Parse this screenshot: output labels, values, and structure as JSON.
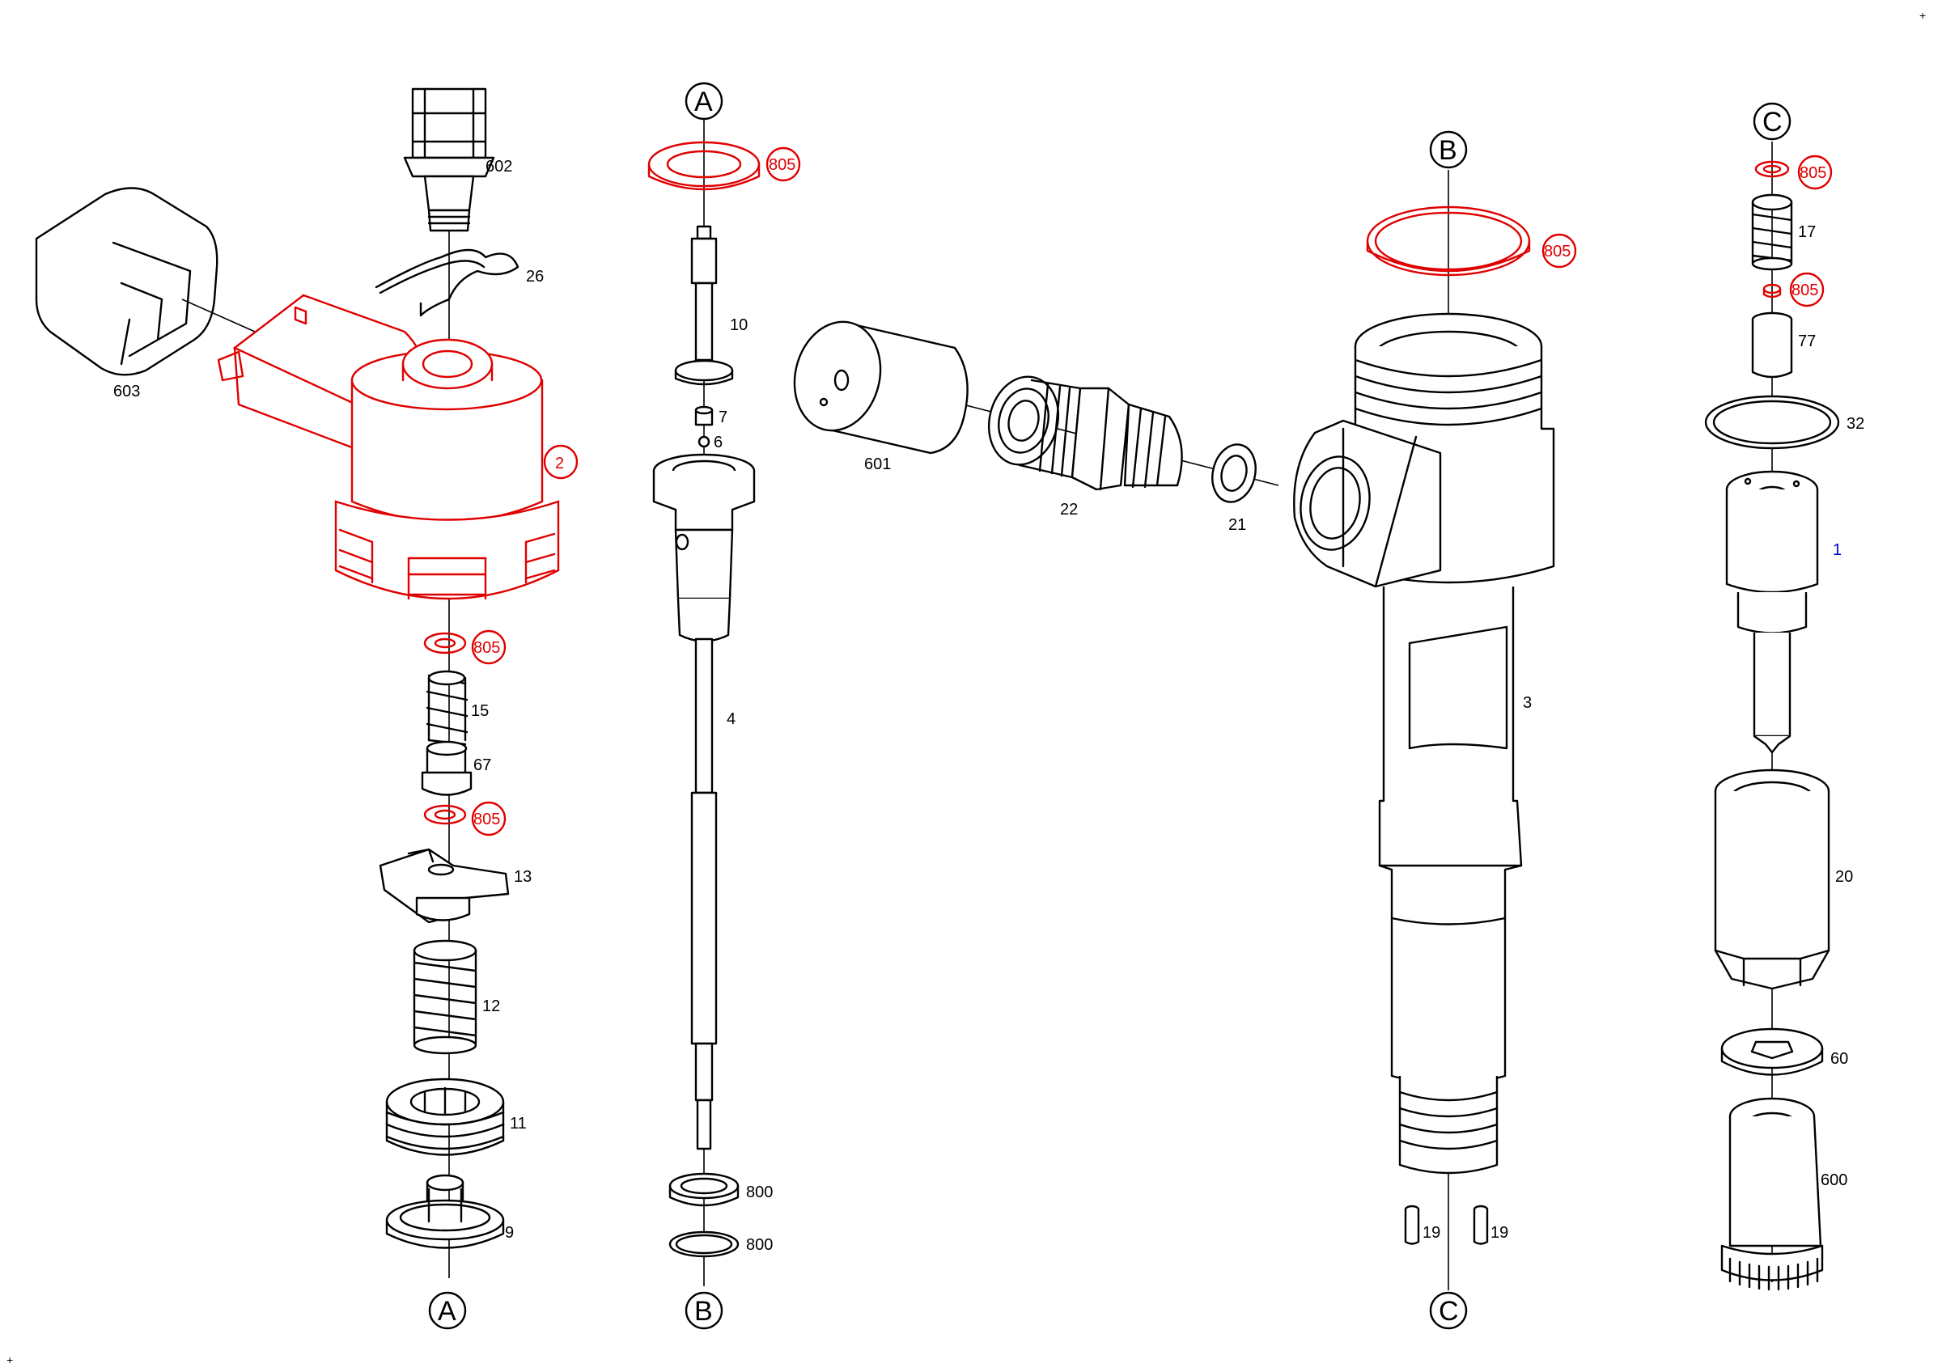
{
  "parts": [
    {
      "id": "603",
      "label": "603",
      "color": "#000000"
    },
    {
      "id": "602",
      "label": "602",
      "color": "#000000"
    },
    {
      "id": "26",
      "label": "26",
      "color": "#000000"
    },
    {
      "id": "2",
      "label": "2",
      "color": "#e00000"
    },
    {
      "id": "805a",
      "label": "805",
      "color": "#e00000"
    },
    {
      "id": "15",
      "label": "15",
      "color": "#000000"
    },
    {
      "id": "67",
      "label": "67",
      "color": "#000000"
    },
    {
      "id": "805b",
      "label": "805",
      "color": "#e00000"
    },
    {
      "id": "13",
      "label": "13",
      "color": "#000000"
    },
    {
      "id": "12",
      "label": "12",
      "color": "#000000"
    },
    {
      "id": "11",
      "label": "11",
      "color": "#000000"
    },
    {
      "id": "9",
      "label": "9",
      "color": "#000000"
    },
    {
      "id": "805c",
      "label": "805",
      "color": "#e00000"
    },
    {
      "id": "10",
      "label": "10",
      "color": "#000000"
    },
    {
      "id": "7",
      "label": "7",
      "color": "#000000"
    },
    {
      "id": "6",
      "label": "6",
      "color": "#000000"
    },
    {
      "id": "4",
      "label": "4",
      "color": "#000000"
    },
    {
      "id": "800a",
      "label": "800",
      "color": "#000000"
    },
    {
      "id": "800b",
      "label": "800",
      "color": "#000000"
    },
    {
      "id": "601",
      "label": "601",
      "color": "#000000"
    },
    {
      "id": "22",
      "label": "22",
      "color": "#000000"
    },
    {
      "id": "21",
      "label": "21",
      "color": "#000000"
    },
    {
      "id": "805d",
      "label": "805",
      "color": "#e00000"
    },
    {
      "id": "3",
      "label": "3",
      "color": "#000000"
    },
    {
      "id": "19a",
      "label": "19",
      "color": "#000000"
    },
    {
      "id": "19b",
      "label": "19",
      "color": "#000000"
    },
    {
      "id": "805e",
      "label": "805",
      "color": "#e00000"
    },
    {
      "id": "17",
      "label": "17",
      "color": "#000000"
    },
    {
      "id": "805f",
      "label": "805",
      "color": "#e00000"
    },
    {
      "id": "77",
      "label": "77",
      "color": "#000000"
    },
    {
      "id": "32",
      "label": "32",
      "color": "#000000"
    },
    {
      "id": "1",
      "label": "1",
      "color": "#0000cc"
    },
    {
      "id": "20",
      "label": "20",
      "color": "#000000"
    },
    {
      "id": "60",
      "label": "60",
      "color": "#000000"
    },
    {
      "id": "600",
      "label": "600",
      "color": "#000000"
    }
  ],
  "references": [
    {
      "id": "A_top",
      "label": "A"
    },
    {
      "id": "A_bottom",
      "label": "A"
    },
    {
      "id": "B_top",
      "label": "B"
    },
    {
      "id": "B_bottom",
      "label": "B"
    },
    {
      "id": "C_top",
      "label": "C"
    },
    {
      "id": "C_bottom",
      "label": "C"
    }
  ],
  "corner_marks": [
    "+",
    "+"
  ]
}
